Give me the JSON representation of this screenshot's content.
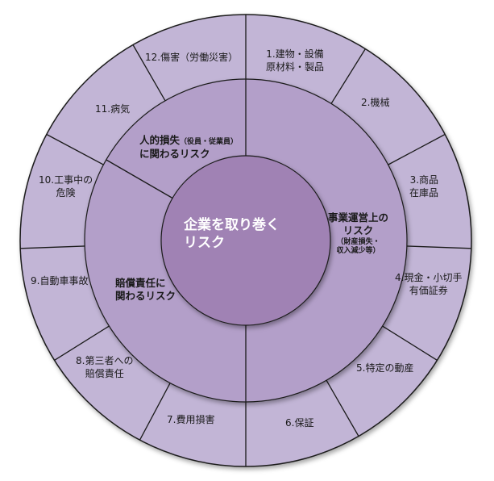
{
  "center": {
    "line1": "企業を取り巻く",
    "line2": "リスク"
  },
  "middle": {
    "personnel": {
      "line1": "人的損失",
      "line1_small": "（役員・従業員）",
      "line2": "に関わるリスク"
    },
    "business": {
      "line1": "事業運営上の",
      "line2": "リスク",
      "line3": "（財産損失・",
      "line4": "収入減少等）"
    },
    "liability": {
      "line1": "賠償責任に",
      "line2": "関わるリスク"
    }
  },
  "outer": [
    {
      "lines": [
        "1.建物・設備",
        "原材料・製品"
      ]
    },
    {
      "lines": [
        "2.機械"
      ]
    },
    {
      "lines": [
        "3.商品",
        "在庫品"
      ]
    },
    {
      "lines": [
        "4.現金・小切手",
        "有価証券"
      ]
    },
    {
      "lines": [
        "5.特定の動産"
      ]
    },
    {
      "lines": [
        "6.保証"
      ]
    },
    {
      "lines": [
        "7.費用損害"
      ]
    },
    {
      "lines": [
        "8.第三者への",
        "賠償責任"
      ]
    },
    {
      "lines": [
        "9.自動車事故"
      ]
    },
    {
      "lines": [
        "10.工事中の",
        "危険"
      ]
    },
    {
      "lines": [
        "11.病気"
      ]
    },
    {
      "lines": [
        "12.傷害（労働災害）"
      ]
    }
  ],
  "colors": {
    "outer_ring": "#c2b5d6",
    "middle_ring": "#b39fc9",
    "center": "#a082b4",
    "lines": "#1a1a1a"
  }
}
